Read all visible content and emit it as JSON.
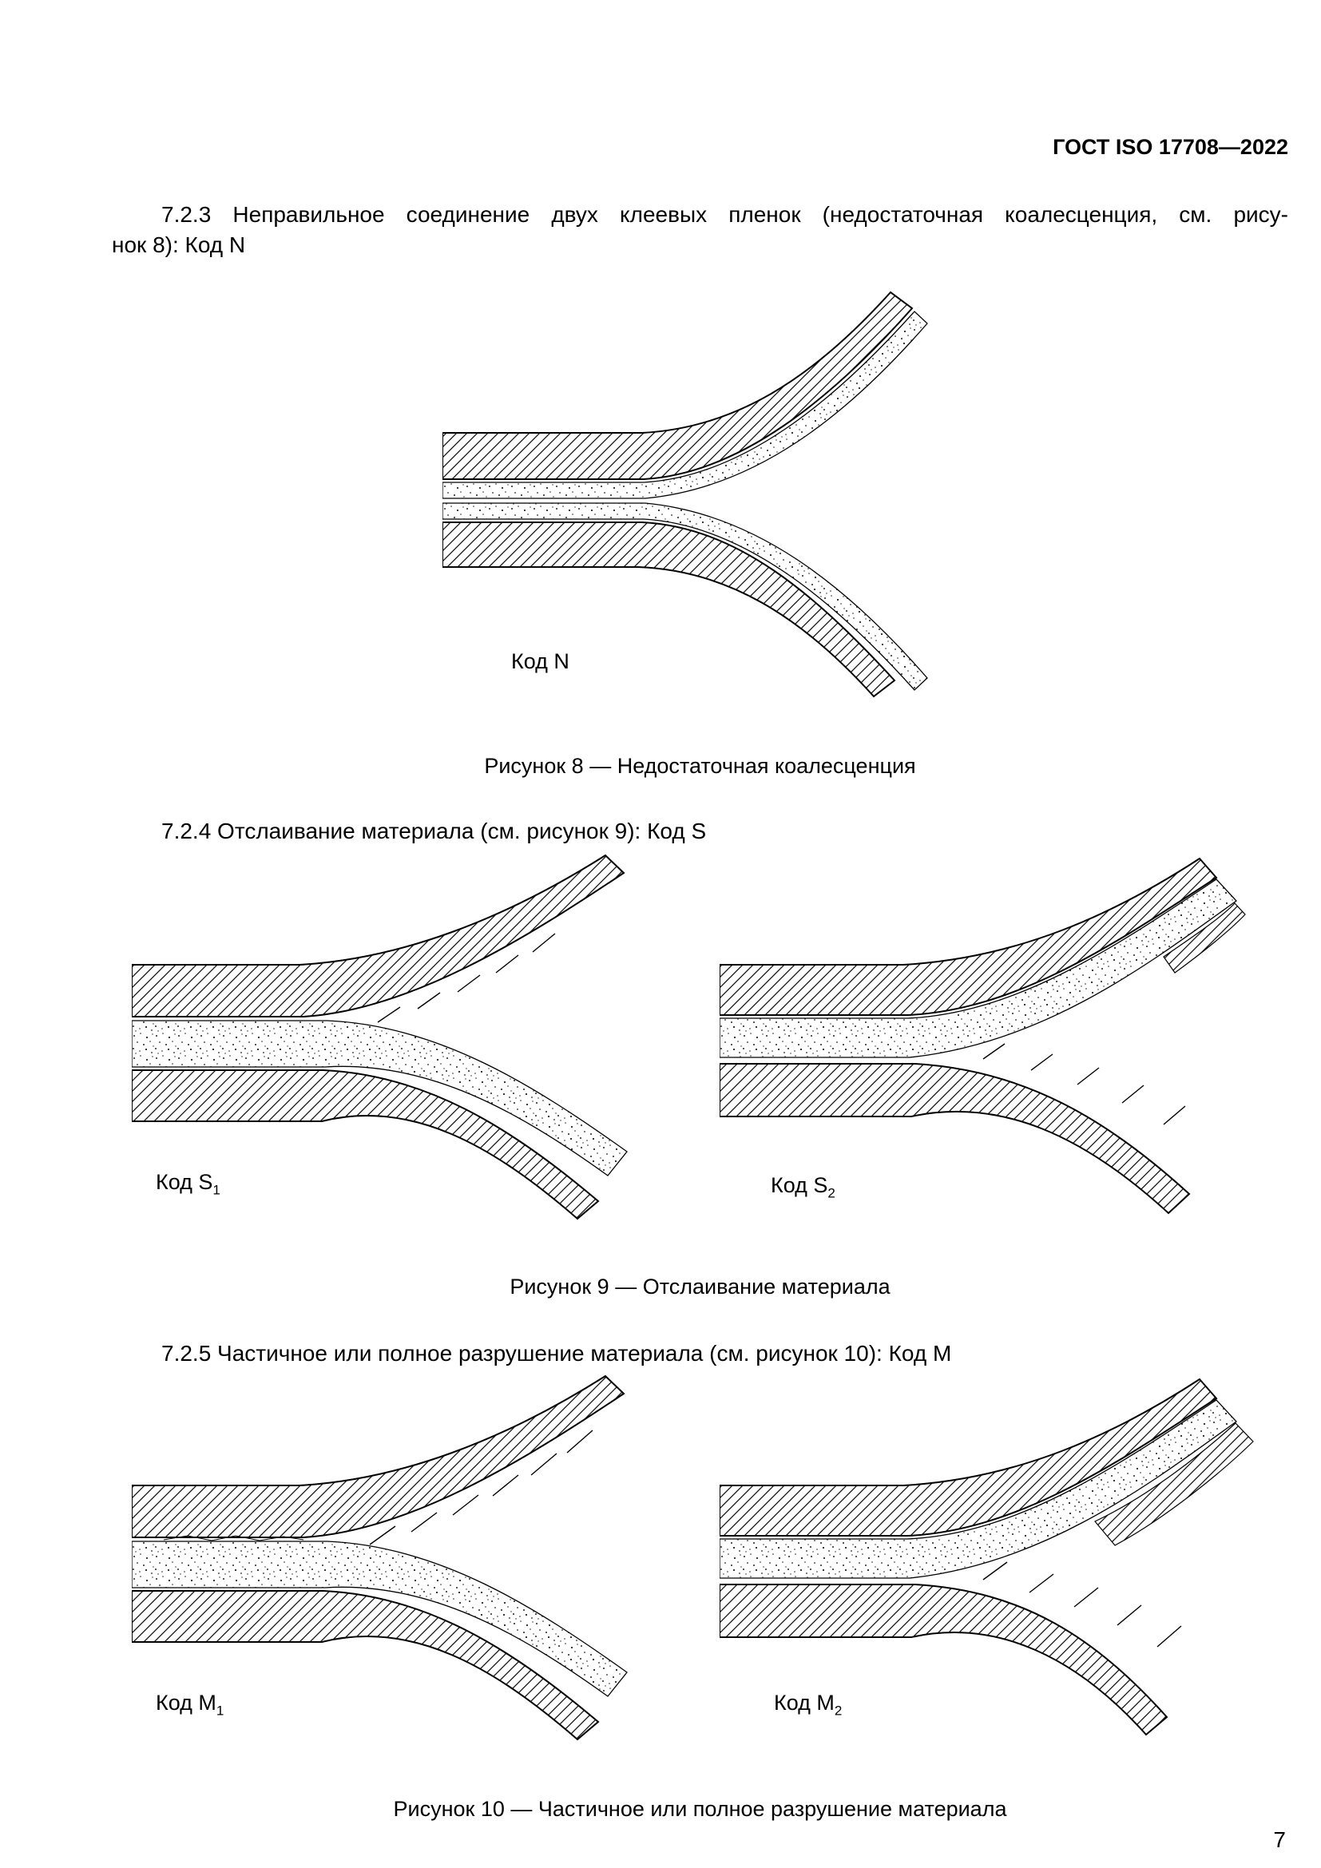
{
  "page": {
    "header": "ГОСТ ISO 17708—2022",
    "number": "7"
  },
  "colors": {
    "ink": "#000000",
    "paper": "#ffffff"
  },
  "paragraphs": {
    "p723_line1": "7.2.3 Неправильное соединение двух клеевых пленок (недостаточная коалесценция, см. рису-",
    "p723_line2": "нок 8): Код N",
    "p724": "7.2.4 Отслаивание материала (см. рисунок 9): Код S",
    "p725": "7.2.5 Частичное или полное разрушение материала (см. рисунок 10): Код M"
  },
  "figures": {
    "fig8": {
      "label": "Код N",
      "caption": "Рисунок 8 — Недостаточная коалесценция",
      "description": "two substrates with adhesive films separating, insufficient coalescence"
    },
    "fig9": {
      "caption": "Рисунок 9 — Отслаивание материала",
      "label_left": {
        "text": "Код S",
        "sub": "1"
      },
      "label_right": {
        "text": "Код S",
        "sub": "2"
      }
    },
    "fig10": {
      "caption": "Рисунок 10 — Частичное или полное разрушение материала",
      "label_left": {
        "text": "Код M",
        "sub": "1"
      },
      "label_right": {
        "text": "Код M",
        "sub": "2"
      }
    }
  }
}
